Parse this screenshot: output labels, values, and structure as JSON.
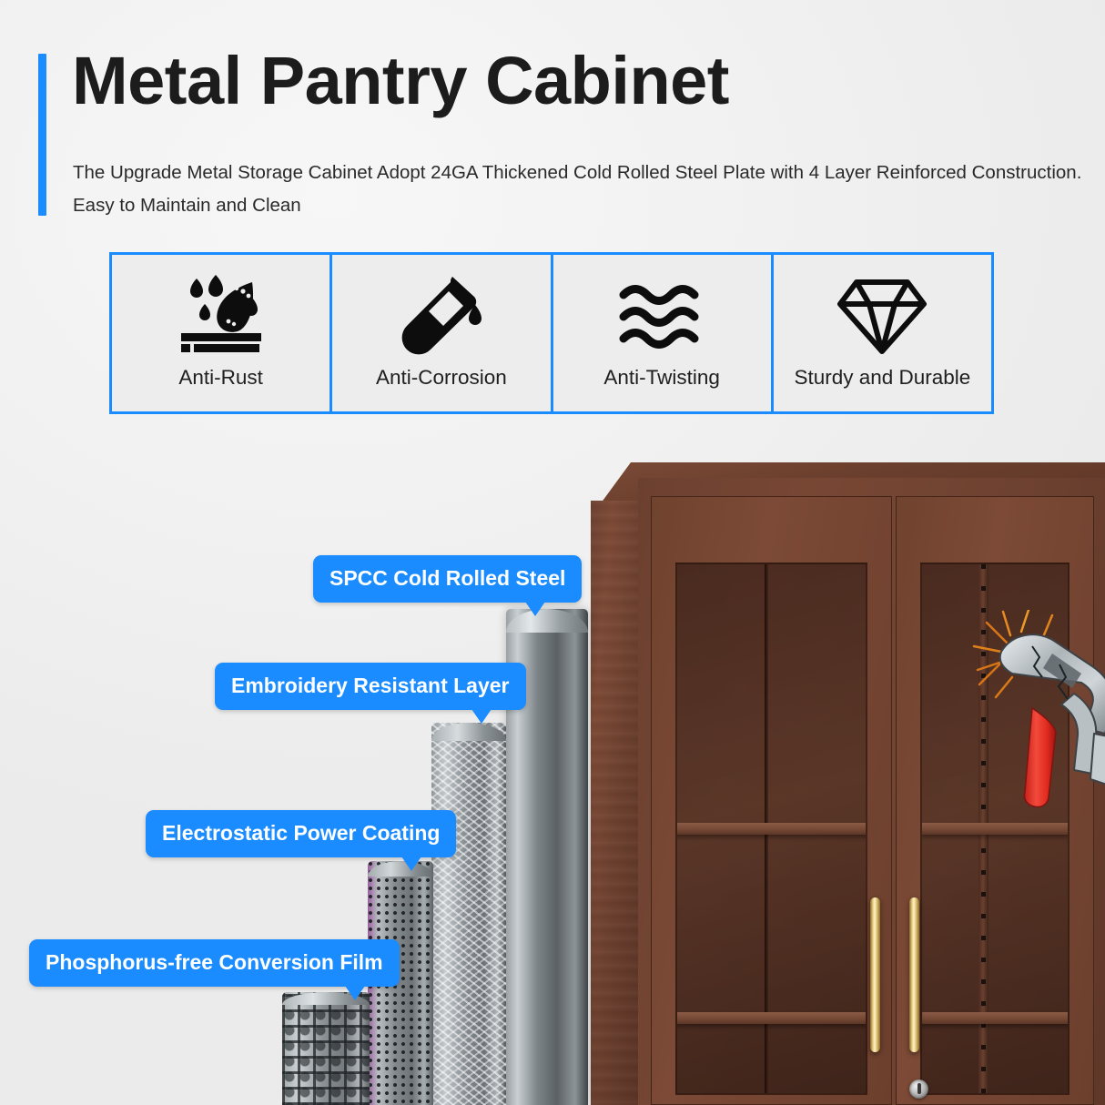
{
  "header": {
    "title": "Metal Pantry Cabinet",
    "subtitle": "The Upgrade Metal Storage Cabinet Adopt 24GA Thickened Cold Rolled Steel Plate with 4 Layer Reinforced Construction. Easy to Maintain and Clean",
    "accent_color": "#1a8cff"
  },
  "features": {
    "border_color": "#1a8cff",
    "background_color": "#ededed",
    "items": [
      {
        "label": "Anti-Rust",
        "icon": "water-droplets-repel-icon"
      },
      {
        "label": "Anti-Corrosion",
        "icon": "test-tube-drip-icon"
      },
      {
        "label": "Anti-Twisting",
        "icon": "wavy-lines-icon"
      },
      {
        "label": "Sturdy and Durable",
        "icon": "diamond-icon"
      }
    ]
  },
  "product": {
    "callouts": [
      {
        "label": "SPCC Cold Rolled Steel",
        "target": "smooth-steel-roll"
      },
      {
        "label": "Embroidery Resistant Layer",
        "target": "diamond-plate-roll"
      },
      {
        "label": "Electrostatic Power Coating",
        "target": "perforated-roll"
      },
      {
        "label": "Phosphorus-free Conversion Film",
        "target": "lattice-roll"
      }
    ],
    "callout_color": "#1a8cff",
    "cabinet": {
      "body_color": "#6c4030",
      "handle_color": "#e8cf84",
      "doors": 2,
      "handles": 2,
      "lock": "keyhole-lock"
    },
    "impact_tool": "bent-claw-hammer-with-sparks",
    "material_rolls": [
      "smooth-steel-roll",
      "diamond-plate-roll",
      "perforated-roll",
      "lattice-roll"
    ]
  }
}
